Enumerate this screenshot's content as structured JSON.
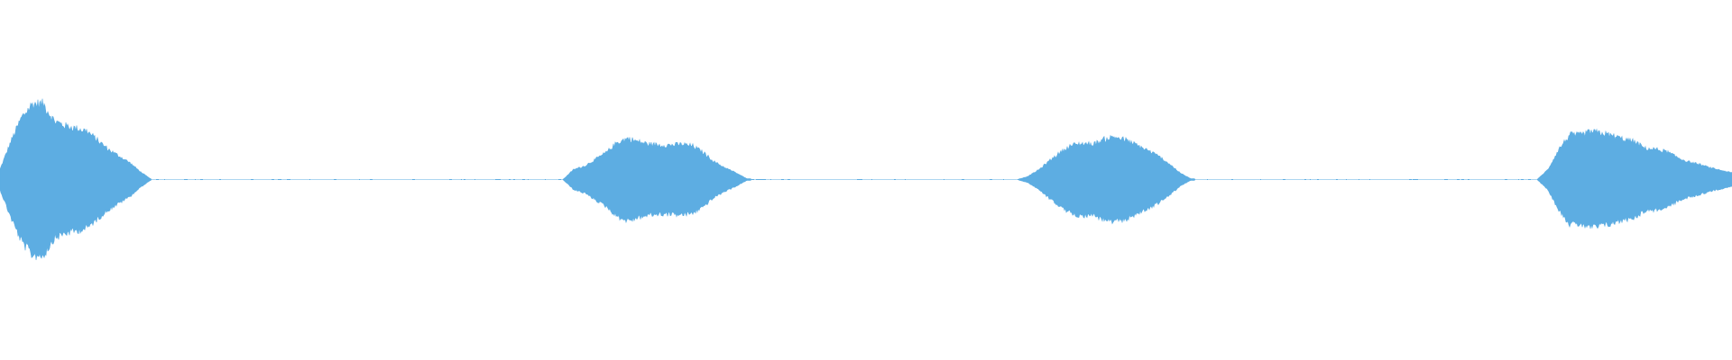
{
  "chart_data": {
    "type": "area",
    "description_kind": "audio-waveform",
    "color": "#5dade2",
    "ylim": [
      -1,
      1
    ],
    "symmetric": true,
    "envelope": [
      0.06,
      0.225,
      0.37,
      0.45,
      0.45,
      0.35,
      0.32,
      0.305,
      0.29,
      0.235,
      0.18,
      0.14,
      0.1,
      0.045,
      0,
      0,
      0,
      0,
      0,
      0,
      0,
      0,
      0,
      0,
      0,
      0,
      0,
      0,
      0,
      0,
      0,
      0,
      0,
      0,
      0,
      0,
      0,
      0,
      0,
      0,
      0,
      0,
      0,
      0,
      0,
      0,
      0,
      0,
      0,
      0,
      0,
      0,
      0,
      0.06,
      0.08,
      0.12,
      0.16,
      0.22,
      0.245,
      0.225,
      0.21,
      0.205,
      0.205,
      0.21,
      0.2,
      0.16,
      0.105,
      0.07,
      0.04,
      0.005,
      0,
      0,
      0,
      0,
      0,
      0,
      0,
      0,
      0,
      0,
      0,
      0,
      0,
      0,
      0,
      0,
      0,
      0,
      0,
      0,
      0,
      0,
      0,
      0,
      0,
      0.02,
      0.06,
      0.115,
      0.165,
      0.205,
      0.215,
      0.21,
      0.24,
      0.255,
      0.235,
      0.205,
      0.175,
      0.14,
      0.095,
      0.04,
      0.005,
      0,
      0,
      0,
      0,
      0,
      0,
      0,
      0,
      0,
      0,
      0,
      0,
      0,
      0,
      0,
      0,
      0,
      0,
      0,
      0,
      0,
      0,
      0,
      0,
      0,
      0,
      0,
      0,
      0,
      0,
      0,
      0,
      0.06,
      0.18,
      0.265,
      0.265,
      0.285,
      0.275,
      0.26,
      0.24,
      0.225,
      0.185,
      0.18,
      0.165,
      0.13,
      0.105,
      0.09,
      0.07,
      0.055,
      0.04
    ]
  }
}
